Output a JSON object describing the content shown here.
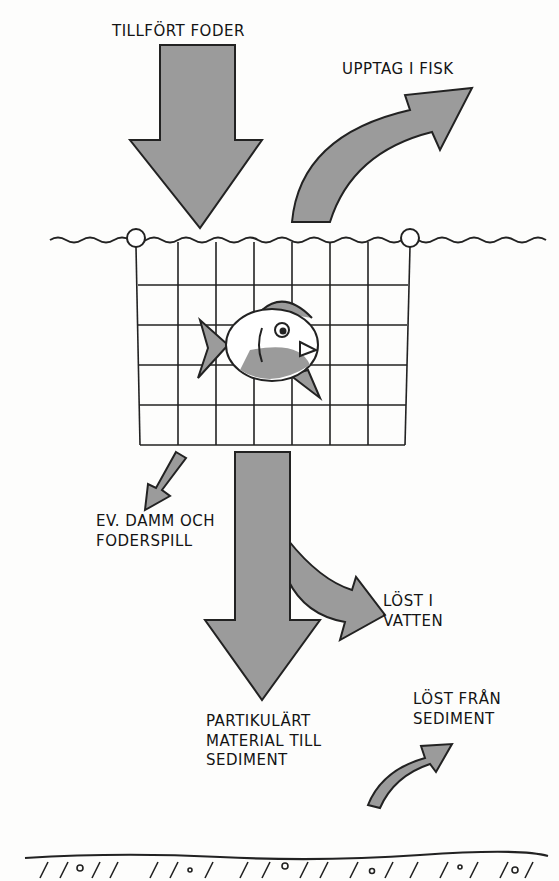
{
  "diagram": {
    "labels": [
      "TILLFÖRT FODER",
      "UPPTAG I FISK",
      "EV. DAMM OCH FODERSPILL",
      "LÖST I VATTEN",
      "PARTIKULÄRT MATERIAL TILL SEDIMENT",
      "LÖST FRÅN SEDIMENT"
    ]
  }
}
